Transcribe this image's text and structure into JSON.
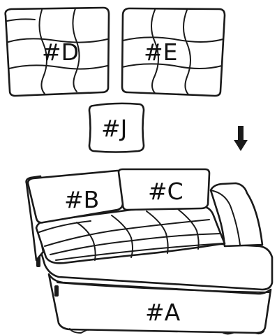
{
  "pieces": {
    "d": {
      "label": "#D"
    },
    "e": {
      "label": "#E"
    },
    "j": {
      "label": "#J"
    },
    "b": {
      "label": "#B"
    },
    "c": {
      "label": "#C"
    },
    "a": {
      "label": "#A"
    }
  },
  "colors": {
    "line": "#1a1a1a",
    "background": "#ffffff"
  },
  "icons": {
    "arrow": "down-arrow-icon"
  }
}
